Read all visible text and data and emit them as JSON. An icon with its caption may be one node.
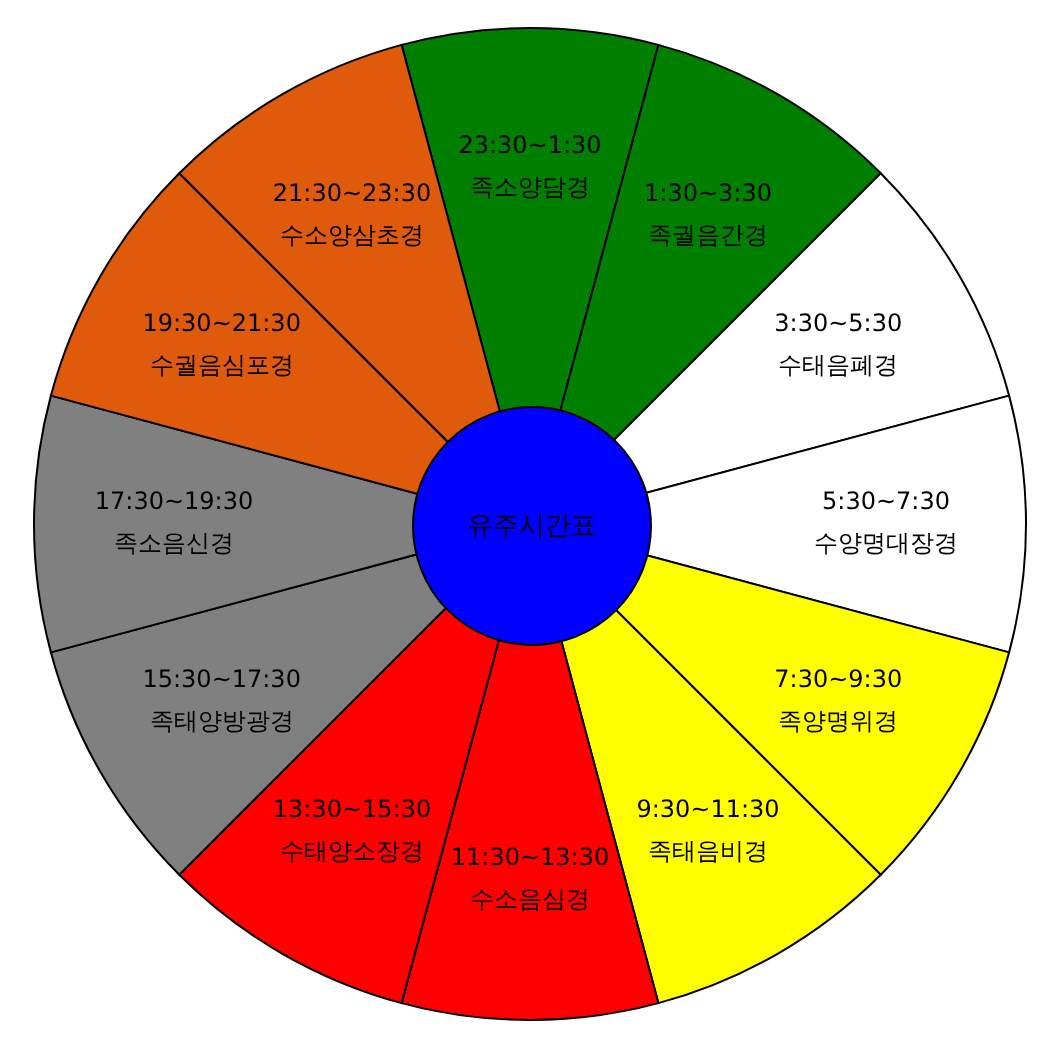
{
  "diagram": {
    "nodes": [
      {
        "text": [
          "23:30~1:30",
          "족소양담경"
        ]
      },
      {
        "text": [
          "1:30~3:30",
          "족궐음간경"
        ]
      },
      {
        "text": [
          "3:30~5:30",
          "수태음폐경"
        ]
      },
      {
        "text": [
          "5:30~7:30",
          "수양명대장경"
        ]
      },
      {
        "text": [
          "7:30~9:30",
          "족양명위경"
        ]
      },
      {
        "text": [
          "9:30~11:30",
          "족태음비경"
        ]
      },
      {
        "text": [
          "11:30~13:30",
          "수소음심경"
        ]
      },
      {
        "text": [
          "13:30~15:30",
          "수태양소장경"
        ]
      },
      {
        "text": [
          "15:30~17:30",
          "족태양방광경"
        ]
      },
      {
        "text": [
          "17:30~19:30",
          "족소음신경"
        ]
      },
      {
        "text": [
          "19:30~21:30",
          "수궐음심포경"
        ]
      },
      {
        "text": [
          "21:30~23:30",
          "수소양삼초경"
        ]
      },
      {
        "text": [
          "유주시간표"
        ]
      }
    ]
  }
}
